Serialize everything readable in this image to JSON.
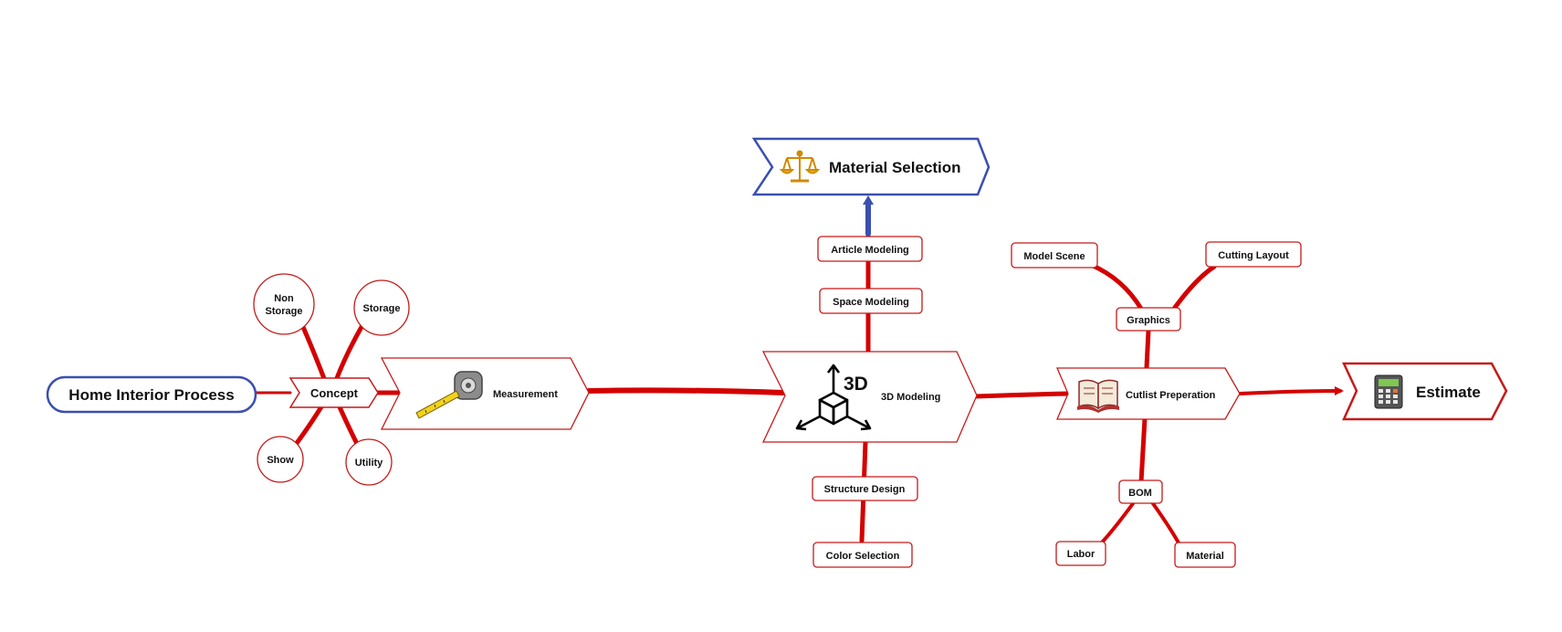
{
  "diagram": {
    "root": {
      "label": "Home Interior Process"
    },
    "concept": {
      "label": "Concept",
      "children": {
        "non_storage": [
          "Non",
          "Storage"
        ],
        "storage": "Storage",
        "show": "Show",
        "utility": "Utility"
      }
    },
    "measurement": {
      "label": "Measurement",
      "icon": "measuring-tape-icon"
    },
    "modeling": {
      "label": "3D Modeling",
      "icon_text": "3D",
      "icon": "3d-cube-icon",
      "upper": [
        "Space Modeling",
        "Article Modeling"
      ],
      "lower": [
        "Structure Design",
        "Color Selection"
      ]
    },
    "material_selection": {
      "label": "Material Selection",
      "icon": "balance-scale-icon"
    },
    "cutlist": {
      "label": "Cutlist Preperation",
      "icon": "open-book-icon",
      "graphics": {
        "label": "Graphics",
        "children": [
          "Model Scene",
          "Cutting Layout"
        ]
      },
      "bom": {
        "label": "BOM",
        "children": [
          "Labor",
          "Material"
        ]
      }
    },
    "estimate": {
      "label": "Estimate",
      "icon": "calculator-icon"
    },
    "colors": {
      "branch": "#d40000",
      "border_red": "#c41a1a",
      "border_blue": "#3a4fb0"
    }
  }
}
